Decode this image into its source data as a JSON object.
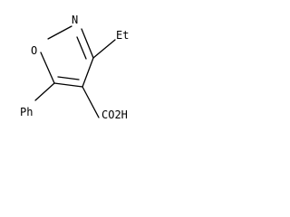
{
  "molecule": {
    "atoms": {
      "oxygen": "O",
      "nitrogen": "N",
      "ethyl": "Et",
      "phenyl": "Ph",
      "carboxylic_acid": "CO2H"
    }
  },
  "colors": {
    "bond": "#000000",
    "text": "#000000",
    "background": "#ffffff"
  }
}
